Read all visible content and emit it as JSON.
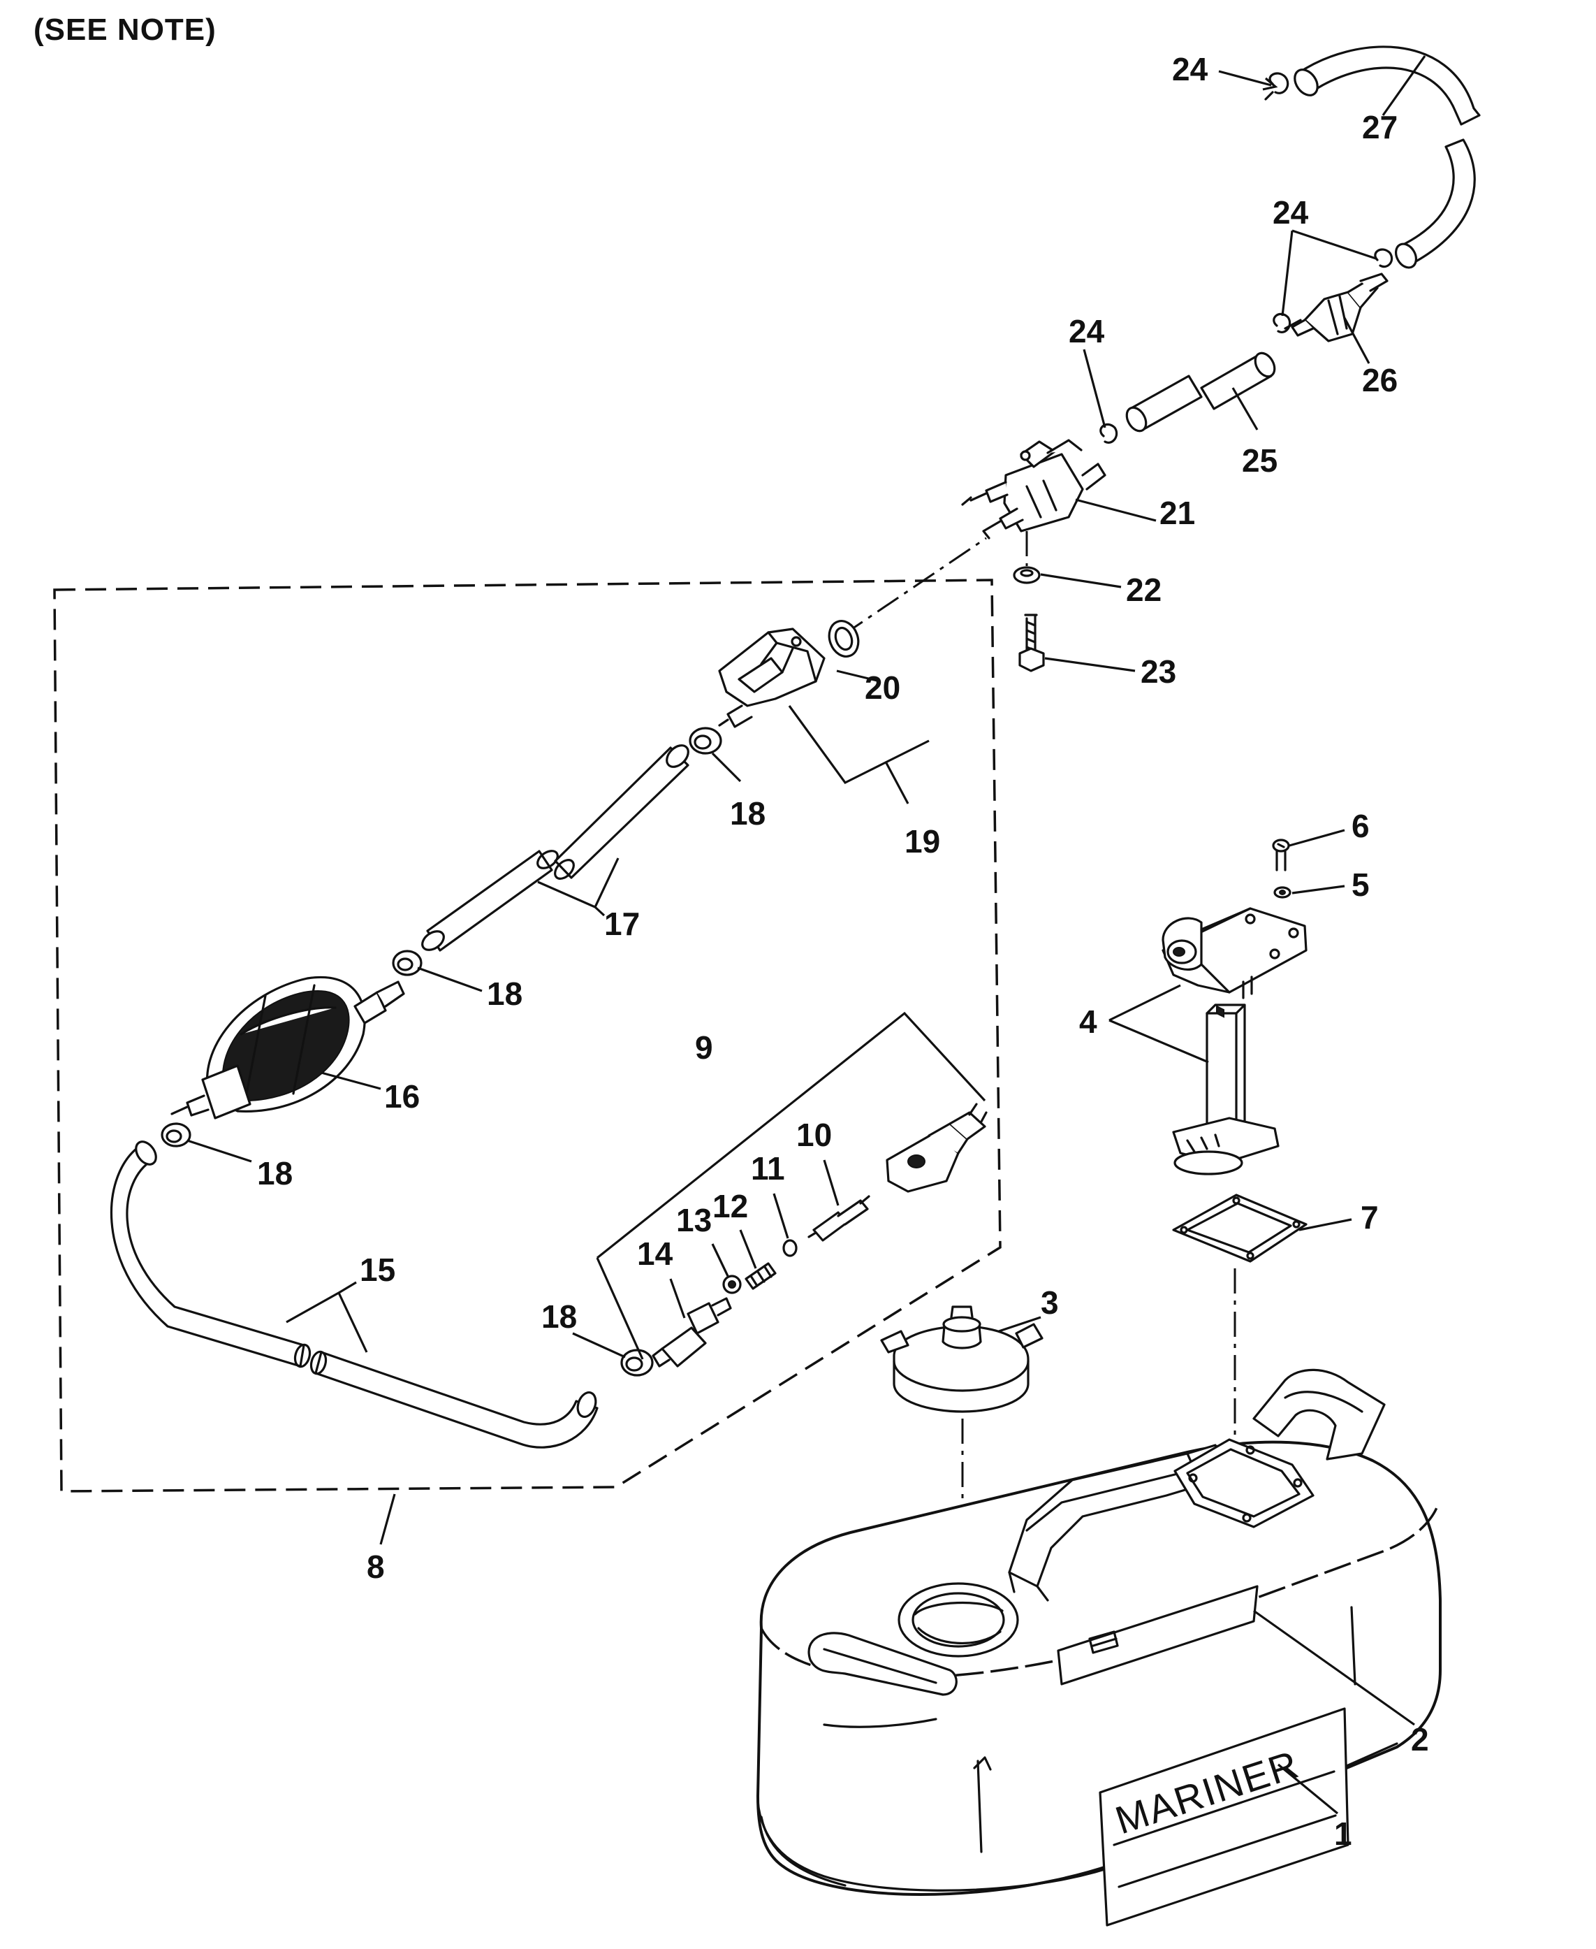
{
  "note": "(SEE NOTE)",
  "brand": "MARINER",
  "callouts": {
    "c1": "1",
    "c2": "2",
    "c3": "3",
    "c4": "4",
    "c5": "5",
    "c6": "6",
    "c7": "7",
    "c8": "8",
    "c9": "9",
    "c10": "10",
    "c11": "11",
    "c12": "12",
    "c13": "13",
    "c14": "14",
    "c15": "15",
    "c16": "16",
    "c17": "17",
    "c18a": "18",
    "c18b": "18",
    "c18c": "18",
    "c18d": "18",
    "c19": "19",
    "c20": "20",
    "c21": "21",
    "c22": "22",
    "c23": "23",
    "c24a": "24",
    "c24b": "24",
    "c24c": "24",
    "c25": "25",
    "c26": "26",
    "c27": "27"
  }
}
